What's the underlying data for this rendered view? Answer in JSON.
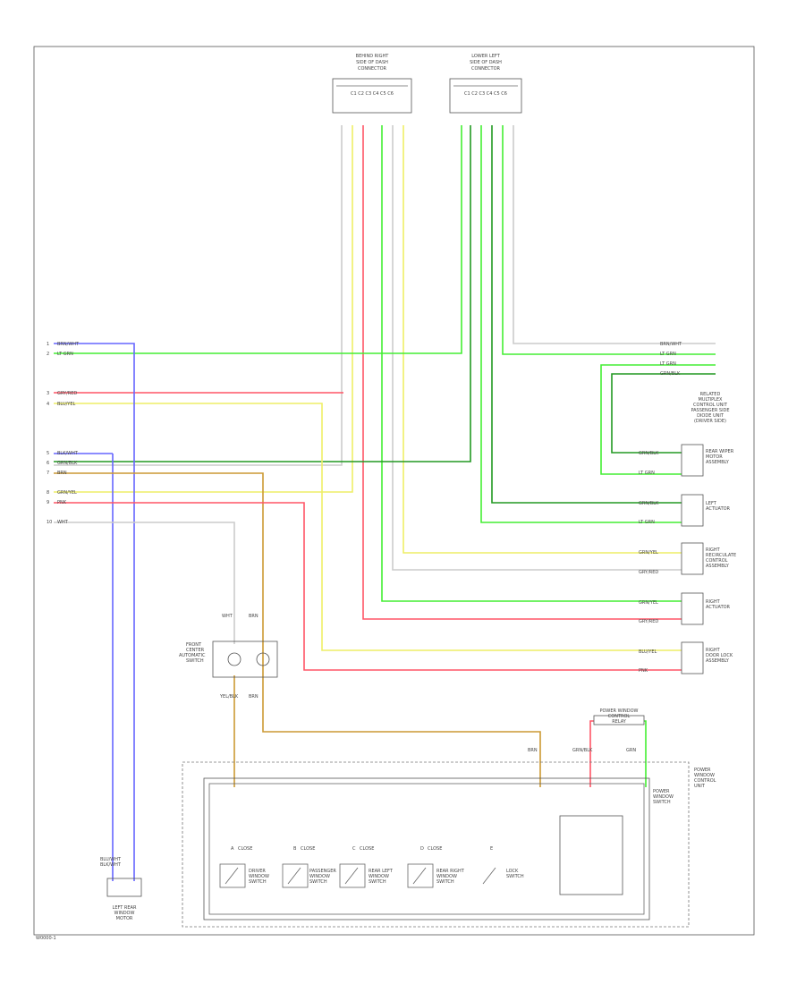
{
  "diagram": {
    "footer_code": "W0000-1",
    "top_connectors": [
      {
        "lines": [
          "BEHIND RIGHT",
          "SIDE OF DASH",
          "CONNECTOR",
          "C1 C2 C3 C4 C5 C6"
        ]
      },
      {
        "lines": [
          "LOWER LEFT",
          "SIDE OF DASH",
          "CONNECTOR",
          "C1 C2 C3 C4 C5 C6"
        ]
      }
    ],
    "left_labels": [
      {
        "wire": "BRN/WHT",
        "pin": "1"
      },
      {
        "wire": "LT GRN",
        "pin": "2"
      },
      {
        "wire": "GRY/RED",
        "pin": "3"
      },
      {
        "wire": "BLU/YEL",
        "pin": "4"
      },
      {
        "wire": "BLK/WHT",
        "pin": "5"
      },
      {
        "wire": "GRN/BLK",
        "pin": "6"
      },
      {
        "wire": "BRN",
        "pin": "7"
      },
      {
        "wire": "GRN/YEL",
        "pin": "8"
      },
      {
        "wire": "PNK",
        "pin": "9"
      },
      {
        "wire": "WHT",
        "pin": "10"
      }
    ],
    "right_labels": [
      "BRN/WHT",
      "LT GRN",
      "LT GRN",
      "GRN/BLK"
    ],
    "note": [
      "RELATED",
      "MULTIPLEX",
      "CONTROL UNIT",
      "PASSENGER SIDE",
      "DIODE UNIT",
      "(DRIVER SIDE)"
    ],
    "motors": [
      {
        "wires": [
          "GRN/BLK",
          "LT GRN"
        ],
        "name": [
          "REAR WIPER",
          "MOTOR",
          "ASSEMBLY"
        ]
      },
      {
        "wires": [
          "GRN/BLK",
          "LT GRN"
        ],
        "name": [
          "LEFT",
          "ACTUATOR"
        ]
      },
      {
        "wires": [
          "GRN/YEL",
          "GRY/RED"
        ],
        "name": [
          "RIGHT",
          "RECIRCULATE",
          "CONTROL",
          "ASSEMBLY"
        ]
      },
      {
        "wires": [
          "GRN/YEL",
          "GRY/RED"
        ],
        "name": [
          "RIGHT",
          "ACTUATOR"
        ]
      },
      {
        "wires": [
          "BLU/YEL",
          "PNK"
        ],
        "name": [
          "RIGHT",
          "DOOR LOCK",
          "ASSEMBLY"
        ]
      }
    ],
    "center_component": [
      "FRONT",
      "CENTER",
      "AUTOMATIC",
      "SWITCH"
    ],
    "center_top_wires": [
      "WHT",
      "BRN"
    ],
    "center_bottom_wires": [
      "YEL/BLK",
      "BRN"
    ],
    "bottom_left_component": [
      "LEFT REAR",
      "WINDOW",
      "MOTOR"
    ],
    "bottom_left_wires": [
      "BLU/WHT",
      "BLK/WHT"
    ],
    "control_unit_label": [
      "POWER",
      "WINDOW",
      "CONTROL",
      "UNIT"
    ],
    "control_unit_inner": [
      "POWER",
      "WINDOW",
      "SWITCH"
    ],
    "top_right_small": [
      "POWER WINDOW",
      "CONTROL",
      "RELAY"
    ],
    "small_wire_labels": [
      "BRN",
      "GRN/BLK",
      "GRN"
    ],
    "switches": [
      {
        "id": "A",
        "state": "CLOSE",
        "name": [
          "DRIVER",
          "WINDOW",
          "SWITCH"
        ]
      },
      {
        "id": "B",
        "state": "CLOSE",
        "name": [
          "PASSENGER",
          "WINDOW",
          "SWITCH"
        ]
      },
      {
        "id": "C",
        "state": "CLOSE",
        "name": [
          "REAR LEFT",
          "WINDOW",
          "SWITCH"
        ]
      },
      {
        "id": "D",
        "state": "CLOSE",
        "name": [
          "REAR RIGHT",
          "WINDOW",
          "SWITCH"
        ]
      },
      {
        "id": "E",
        "state": "",
        "name": [
          "LOCK",
          "SWITCH"
        ]
      }
    ],
    "colors": {
      "green": "#44ee33",
      "dark_green": "#229922",
      "red": "#ff5566",
      "yellow": "#eeee66",
      "blue": "#6666ff",
      "orange": "#cc9933",
      "white_wire": "#cccccc",
      "frame": "#666666"
    }
  }
}
